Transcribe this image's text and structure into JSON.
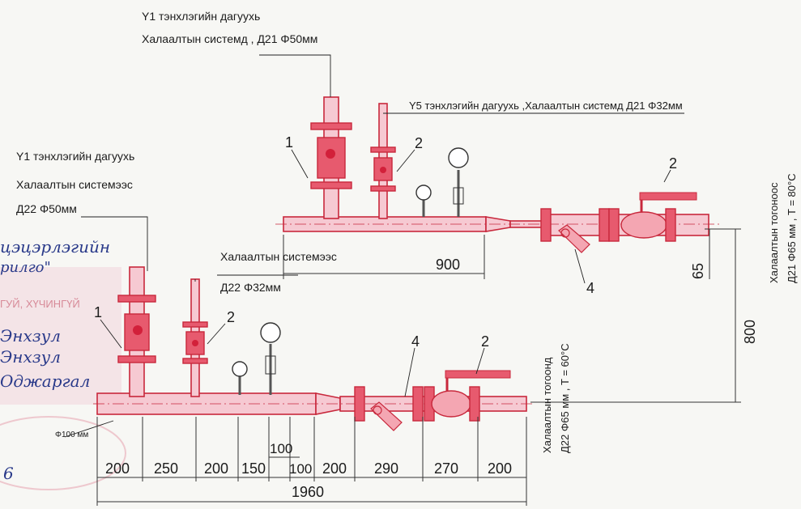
{
  "labels": {
    "top_supply_1": "Y1 тэнхлэгийн дагуухь",
    "top_supply_2": "Халаалтын системд , Д21 Φ50мм",
    "y5_label": "Y5 тэнхлэгийн дагуухь ,Халаалтын системд Д21 Φ32мм",
    "left_return_1": "Y1 тэнхлэгийн дагуухь",
    "left_return_2": "Халаалтын системээс",
    "left_return_3": "Д22 Φ50мм",
    "mid_return_1": "Халаалтын системээс",
    "mid_return_2": "Д22 Φ32мм",
    "right_top_vertical_1": "Халаалтын тогоноос",
    "right_top_vertical_2": "Д21 Φ65 мм , T = 80°C",
    "right_bottom_vertical_1": "Халаалтын тогоонд",
    "right_bottom_vertical_2": "Д22 Φ65 мм , T = 60°C",
    "phi100": "Φ100 мм"
  },
  "callouts": {
    "n1_top": "1",
    "n2_top_a": "2",
    "n2_top_b": "2",
    "n4_top": "4",
    "n1_bottom": "1",
    "n2_bottom_a": "2",
    "n4_bottom": "4",
    "n2_bottom_b": "2"
  },
  "dimensions": {
    "top_900": "900",
    "top_65": "65",
    "vertical_800": "800",
    "bottom_segments": [
      "200",
      "250",
      "200",
      "150",
      "100",
      "200",
      "290",
      "270",
      "200"
    ],
    "bottom_100_upper": "100",
    "total": "1960"
  },
  "stamp": {
    "line1": "цэцэрлэгийн",
    "line2": "рилго\"",
    "line3": "ГУЙ, ХҮЧИНГҮЙ",
    "sig1": "Энхзул",
    "sig2": "Энхзул",
    "sig3": "Оджаргал",
    "digit": "6"
  }
}
